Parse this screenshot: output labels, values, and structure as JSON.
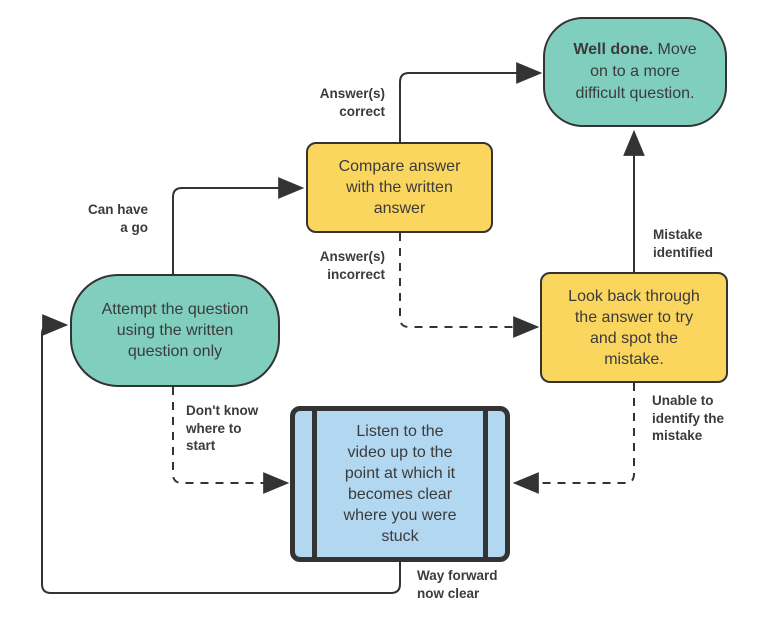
{
  "colors": {
    "teal": "#7fcebe",
    "yellow": "#fbd65f",
    "blue": "#b2d7f0",
    "line": "#333333",
    "text": "#3b3b3b"
  },
  "nodes": {
    "well_done": {
      "text_bold": "Well done.",
      "text_rest": " Move\non to a more\ndifficult question."
    },
    "compare": {
      "text": "Compare answer\nwith the written\nanswer"
    },
    "attempt": {
      "text": "Attempt the question\nusing the written\nquestion only"
    },
    "look_back": {
      "text": "Look back through\nthe answer to try\nand spot the\nmistake."
    },
    "video": {
      "text": "Listen to the\nvideo up to the\npoint at which it\nbecomes clear\nwhere you were\nstuck"
    }
  },
  "edge_labels": {
    "can_have_a_go": "Can have\na go",
    "answers_correct": "Answer(s)\ncorrect",
    "answers_incorrect": "Answer(s)\nincorrect",
    "mistake_identified": "Mistake\nidentified",
    "unable_to_identify": "Unable to\nidentify the\nmistake",
    "dont_know_where_to_start": "Don't know\nwhere to\nstart",
    "way_forward_now_clear": "Way forward\nnow clear"
  }
}
